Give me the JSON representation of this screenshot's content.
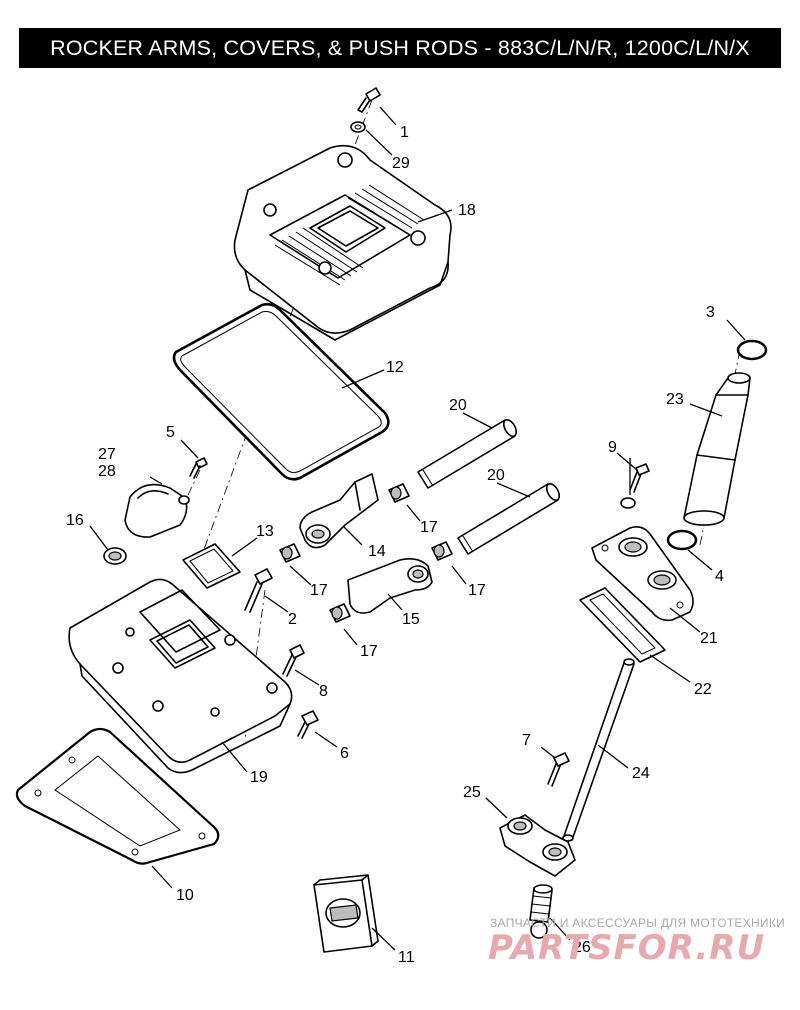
{
  "title": "ROCKER ARMS, COVERS, & PUSH RODS - 883C/L/N/R, 1200C/L/N/X",
  "callouts": {
    "c1": "1",
    "c29": "29",
    "c18": "18",
    "c3": "3",
    "c12": "12",
    "c23": "23",
    "c20a": "20",
    "c20b": "20",
    "c5": "5",
    "c27": "27",
    "c28": "28",
    "c9": "9",
    "c16": "16",
    "c13": "13",
    "c17a": "17",
    "c17b": "17",
    "c17c": "17",
    "c17d": "17",
    "c14": "14",
    "c4": "4",
    "c2": "2",
    "c15": "15",
    "c21": "21",
    "c8": "8",
    "c22": "22",
    "c6": "6",
    "c19": "19",
    "c7": "7",
    "c24": "24",
    "c25": "25",
    "c10": "10",
    "c11": "11",
    "c26": "26"
  },
  "watermark": {
    "tagline": "ЗАПЧАСТИ И АКСЕССУАРЫ ДЛЯ МОТОТЕХНИКИ",
    "logo": "PARTSFOR.RU"
  }
}
